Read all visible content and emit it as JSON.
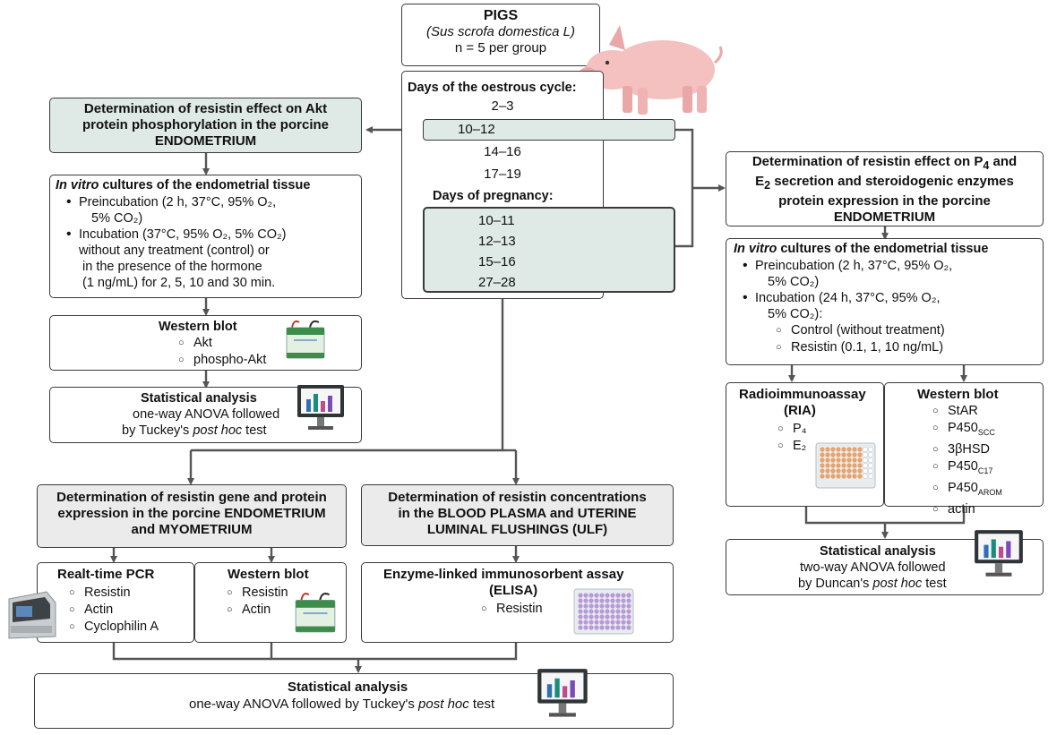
{
  "pigs": {
    "title": "PIGS",
    "latin": "(Sus scrofa domestica L)",
    "n": "n = 5 per group"
  },
  "cycle": {
    "heading": "Days of the oestrous cycle:",
    "days": [
      "2–3",
      "10–12",
      "14–16",
      "17–19"
    ],
    "preg_heading": "Days of pregnancy:",
    "preg_days": [
      "10–11",
      "12–13",
      "15–16",
      "27–28"
    ]
  },
  "akt": {
    "title_l1": "Determination of resistin effect on Akt",
    "title_l2": "protein phosphorylation in the porcine",
    "title_l3": "ENDOMETRIUM",
    "culture_title_i": "In vitro",
    "culture_title_rest": " cultures of the endometrial tissue",
    "pre_l1": "Preincubation (2 h, 37°C, 95% O₂,",
    "pre_l2": "5% CO₂)",
    "inc_l1": "Incubation (37°C, 95% O₂, 5% CO₂)",
    "inc_l2": "without any treatment (control) or",
    "inc_l3": "in the presence of the hormone",
    "inc_l4": "(1 ng/mL) for 2, 5, 10 and 30 min.",
    "wb_title": "Western blot",
    "wb_items": [
      "Akt",
      "phospho-Akt"
    ],
    "stat_title": "Statistical analysis",
    "stat_l1": "one-way ANOVA followed",
    "stat_l2a": "by Tuckey's ",
    "stat_l2i": "post hoc",
    "stat_l2b": " test"
  },
  "steroid": {
    "title_l1a": "Determination of resistin effect on P",
    "title_l1sub": "4",
    "title_l1b": " and",
    "title_l2a": "E",
    "title_l2sub": "2",
    "title_l2b": " secretion and steroidogenic enzymes",
    "title_l3": "protein expression in the porcine",
    "title_l4": "ENDOMETRIUM",
    "culture_title_i": "In vitro",
    "culture_title_rest": " cultures of the endometrial tissue",
    "pre_l1": "Preincubation (2 h, 37°C, 95% O₂,",
    "pre_l2": "5% CO₂)",
    "inc_l1": "Incubation (24 h, 37°C, 95% O₂,",
    "inc_l2": "5% CO₂):",
    "inc_sub1": "Control (without treatment)",
    "inc_sub2": "Resistin (0.1, 1, 10 ng/mL)",
    "ria_title_l1": "Radioimmunoassay",
    "ria_title_l2": "(RIA)",
    "ria_items": [
      "P₄",
      "E₂"
    ],
    "wb_title": "Western blot",
    "wb_items": [
      "StAR",
      "P450ₛcc",
      "3βHSD",
      "P450c17",
      "P450AROM",
      "actin"
    ],
    "stat_title": "Statistical analysis",
    "stat_l1": "two-way ANOVA followed",
    "stat_l2a": "by Duncan's ",
    "stat_l2i": "post hoc",
    "stat_l2b": " test"
  },
  "gene": {
    "title_l1": "Determination of resistin gene and protein",
    "title_l2": "expression in the porcine ENDOMETRIUM",
    "title_l3": "and MYOMETRIUM",
    "pcr_title": "Realt-time PCR",
    "pcr_items": [
      "Resistin",
      "Actin",
      "Cyclophilin A"
    ],
    "wb_title": "Western blot",
    "wb_items": [
      "Resistin",
      "Actin"
    ]
  },
  "conc": {
    "title_l1": "Determination of resistin concentrations",
    "title_l2": "in the BLOOD PLASMA and UTERINE",
    "title_l3": "LUMINAL FLUSHINGS (ULF)",
    "elisa_l1": "Enzyme-linked immunosorbent assay",
    "elisa_l2": "(ELISA)",
    "elisa_items": [
      "Resistin"
    ]
  },
  "bottom_stat": {
    "title": "Statistical analysis",
    "l1a": "one-way ANOVA followed by Tuckey's ",
    "l1i": "post hoc",
    "l1b": " test"
  },
  "icons": [
    "pig-icon",
    "western-blot-tank-icon",
    "monitor-chart-icon",
    "pcr-machine-icon",
    "well-plate-icon"
  ],
  "colors": {
    "highlight_green": "#dfe9e6",
    "header_grey": "#ebebeb",
    "border": "#3a3a3a",
    "arrow": "#555555"
  }
}
